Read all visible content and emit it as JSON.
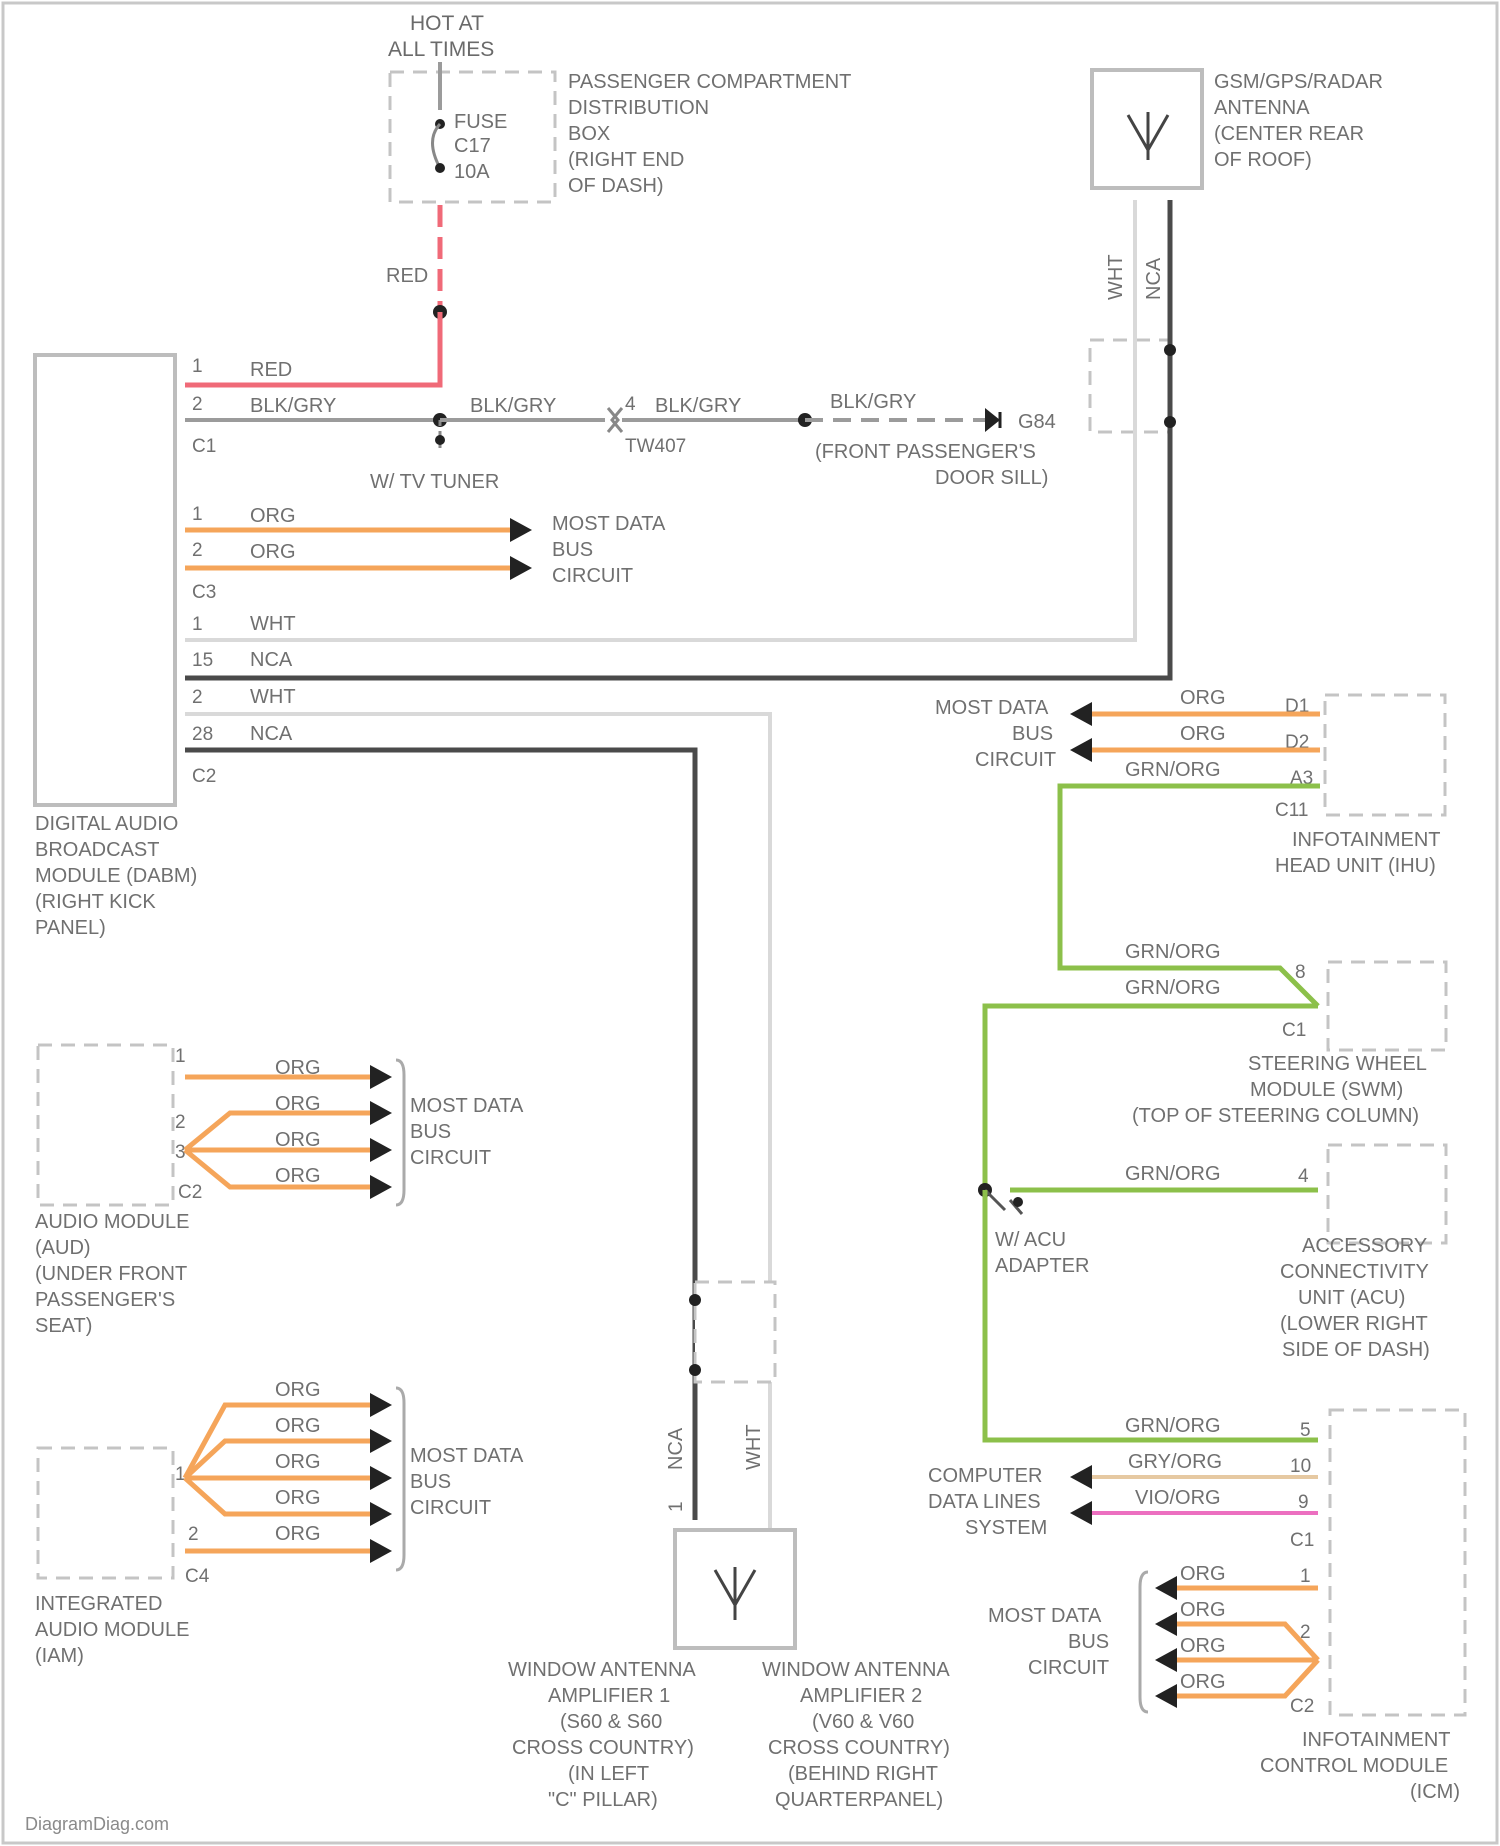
{
  "watermark": "DiagramDiag.com",
  "power": {
    "hot_line1": "HOT AT",
    "hot_line2": "ALL TIMES",
    "fuse_lines": [
      "FUSE",
      "C17",
      "10A"
    ],
    "box_lines": [
      "PASSENGER COMPARTMENT",
      "DISTRIBUTION",
      "BOX",
      "(RIGHT END",
      "OF DASH)"
    ],
    "wire_red": "RED"
  },
  "gps_antenna": {
    "lines": [
      "GSM/GPS/RADAR",
      "ANTENNA",
      "(CENTER REAR",
      "OF ROOF)"
    ],
    "wire_wht": "WHT",
    "wire_nca": "NCA"
  },
  "dab_module": {
    "lines": [
      "DIGITAL AUDIO",
      "BROADCAST",
      "MODULE (DABM)",
      "(RIGHT KICK",
      "PANEL)"
    ],
    "c1": {
      "connector": "C1",
      "pin1": "1",
      "wire1": "RED",
      "pin2": "2",
      "wire2": "BLK/GRY",
      "splice_wire": "BLK/GRY",
      "inline_pin": "4",
      "inline_wire": "BLK/GRY",
      "inline_conn": "TW407",
      "ground_wire": "BLK/GRY",
      "ground": "G84",
      "ground_loc1": "(FRONT PASSENGER'S",
      "ground_loc2": "DOOR SILL)",
      "tuner": "W/ TV TUNER"
    },
    "c3": {
      "connector": "C3",
      "pin1": "1",
      "wire1": "ORG",
      "pin2": "2",
      "wire2": "ORG",
      "most_lines": [
        "MOST DATA",
        "BUS",
        "CIRCUIT"
      ]
    },
    "c2": {
      "connector": "C2",
      "rows": [
        {
          "pin": "1",
          "wire": "WHT"
        },
        {
          "pin": "15",
          "wire": "NCA"
        },
        {
          "pin": "2",
          "wire": "WHT"
        },
        {
          "pin": "28",
          "wire": "NCA"
        }
      ]
    }
  },
  "audio_module": {
    "lines": [
      "AUDIO MODULE",
      "(AUD)",
      "(UNDER FRONT",
      "PASSENGER'S",
      "SEAT)"
    ],
    "connector": "C2",
    "pins": [
      "1",
      "2",
      "3"
    ],
    "wires": [
      "ORG",
      "ORG",
      "ORG",
      "ORG"
    ],
    "most_lines": [
      "MOST DATA",
      "BUS",
      "CIRCUIT"
    ]
  },
  "iam": {
    "lines": [
      "INTEGRATED",
      "AUDIO MODULE",
      "(IAM)"
    ],
    "connector": "C4",
    "pins": [
      "1",
      "2"
    ],
    "wires": [
      "ORG",
      "ORG",
      "ORG",
      "ORG",
      "ORG"
    ],
    "most_lines": [
      "MOST DATA",
      "BUS",
      "CIRCUIT"
    ]
  },
  "window_amp1": {
    "lines": [
      "WINDOW ANTENNA",
      "AMPLIFIER 1",
      "(S60 & S60",
      "CROSS COUNTRY)",
      "(IN LEFT",
      "\"C\" PILLAR)"
    ],
    "wire": "NCA",
    "pin": "1"
  },
  "window_amp2": {
    "lines": [
      "WINDOW ANTENNA",
      "AMPLIFIER 2",
      "(V60 & V60",
      "CROSS COUNTRY)",
      "(BEHIND RIGHT",
      "QUARTERPANEL)"
    ],
    "wire": "WHT"
  },
  "ihu": {
    "lines": [
      "INFOTAINMENT",
      "HEAD UNIT (IHU)"
    ],
    "connector": "C11",
    "rows": [
      {
        "pin": "D1",
        "wire": "ORG"
      },
      {
        "pin": "D2",
        "wire": "ORG"
      },
      {
        "pin": "A3",
        "wire": "GRN/ORG"
      }
    ],
    "most_lines": [
      "MOST DATA",
      "BUS",
      "CIRCUIT"
    ]
  },
  "swm": {
    "lines": [
      "STEERING WHEEL",
      "MODULE (SWM)",
      "(TOP OF STEERING COLUMN)"
    ],
    "connector": "C1",
    "pin": "8",
    "wires": [
      "GRN/ORG",
      "GRN/ORG"
    ]
  },
  "acu": {
    "lines": [
      "ACCESSORY",
      "CONNECTIVITY",
      "UNIT (ACU)",
      "(LOWER RIGHT",
      "SIDE OF DASH)"
    ],
    "pin": "4",
    "wire": "GRN/ORG",
    "adapter1": "W/ ACU",
    "adapter2": "ADAPTER"
  },
  "icm": {
    "lines": [
      "INFOTAINMENT",
      "CONTROL MODULE",
      "(ICM)"
    ],
    "c1": {
      "connector": "C1",
      "rows": [
        {
          "pin": "5",
          "wire": "GRN/ORG"
        },
        {
          "pin": "10",
          "wire": "GRY/ORG"
        },
        {
          "pin": "9",
          "wire": "VIO/ORG"
        }
      ],
      "cdl_lines": [
        "COMPUTER",
        "DATA LINES",
        "SYSTEM"
      ]
    },
    "c2": {
      "connector": "C2",
      "pins": [
        "1",
        "2"
      ],
      "wires": [
        "ORG",
        "ORG",
        "ORG",
        "ORG"
      ],
      "most_lines": [
        "MOST DATA",
        "BUS",
        "CIRCUIT"
      ]
    }
  }
}
